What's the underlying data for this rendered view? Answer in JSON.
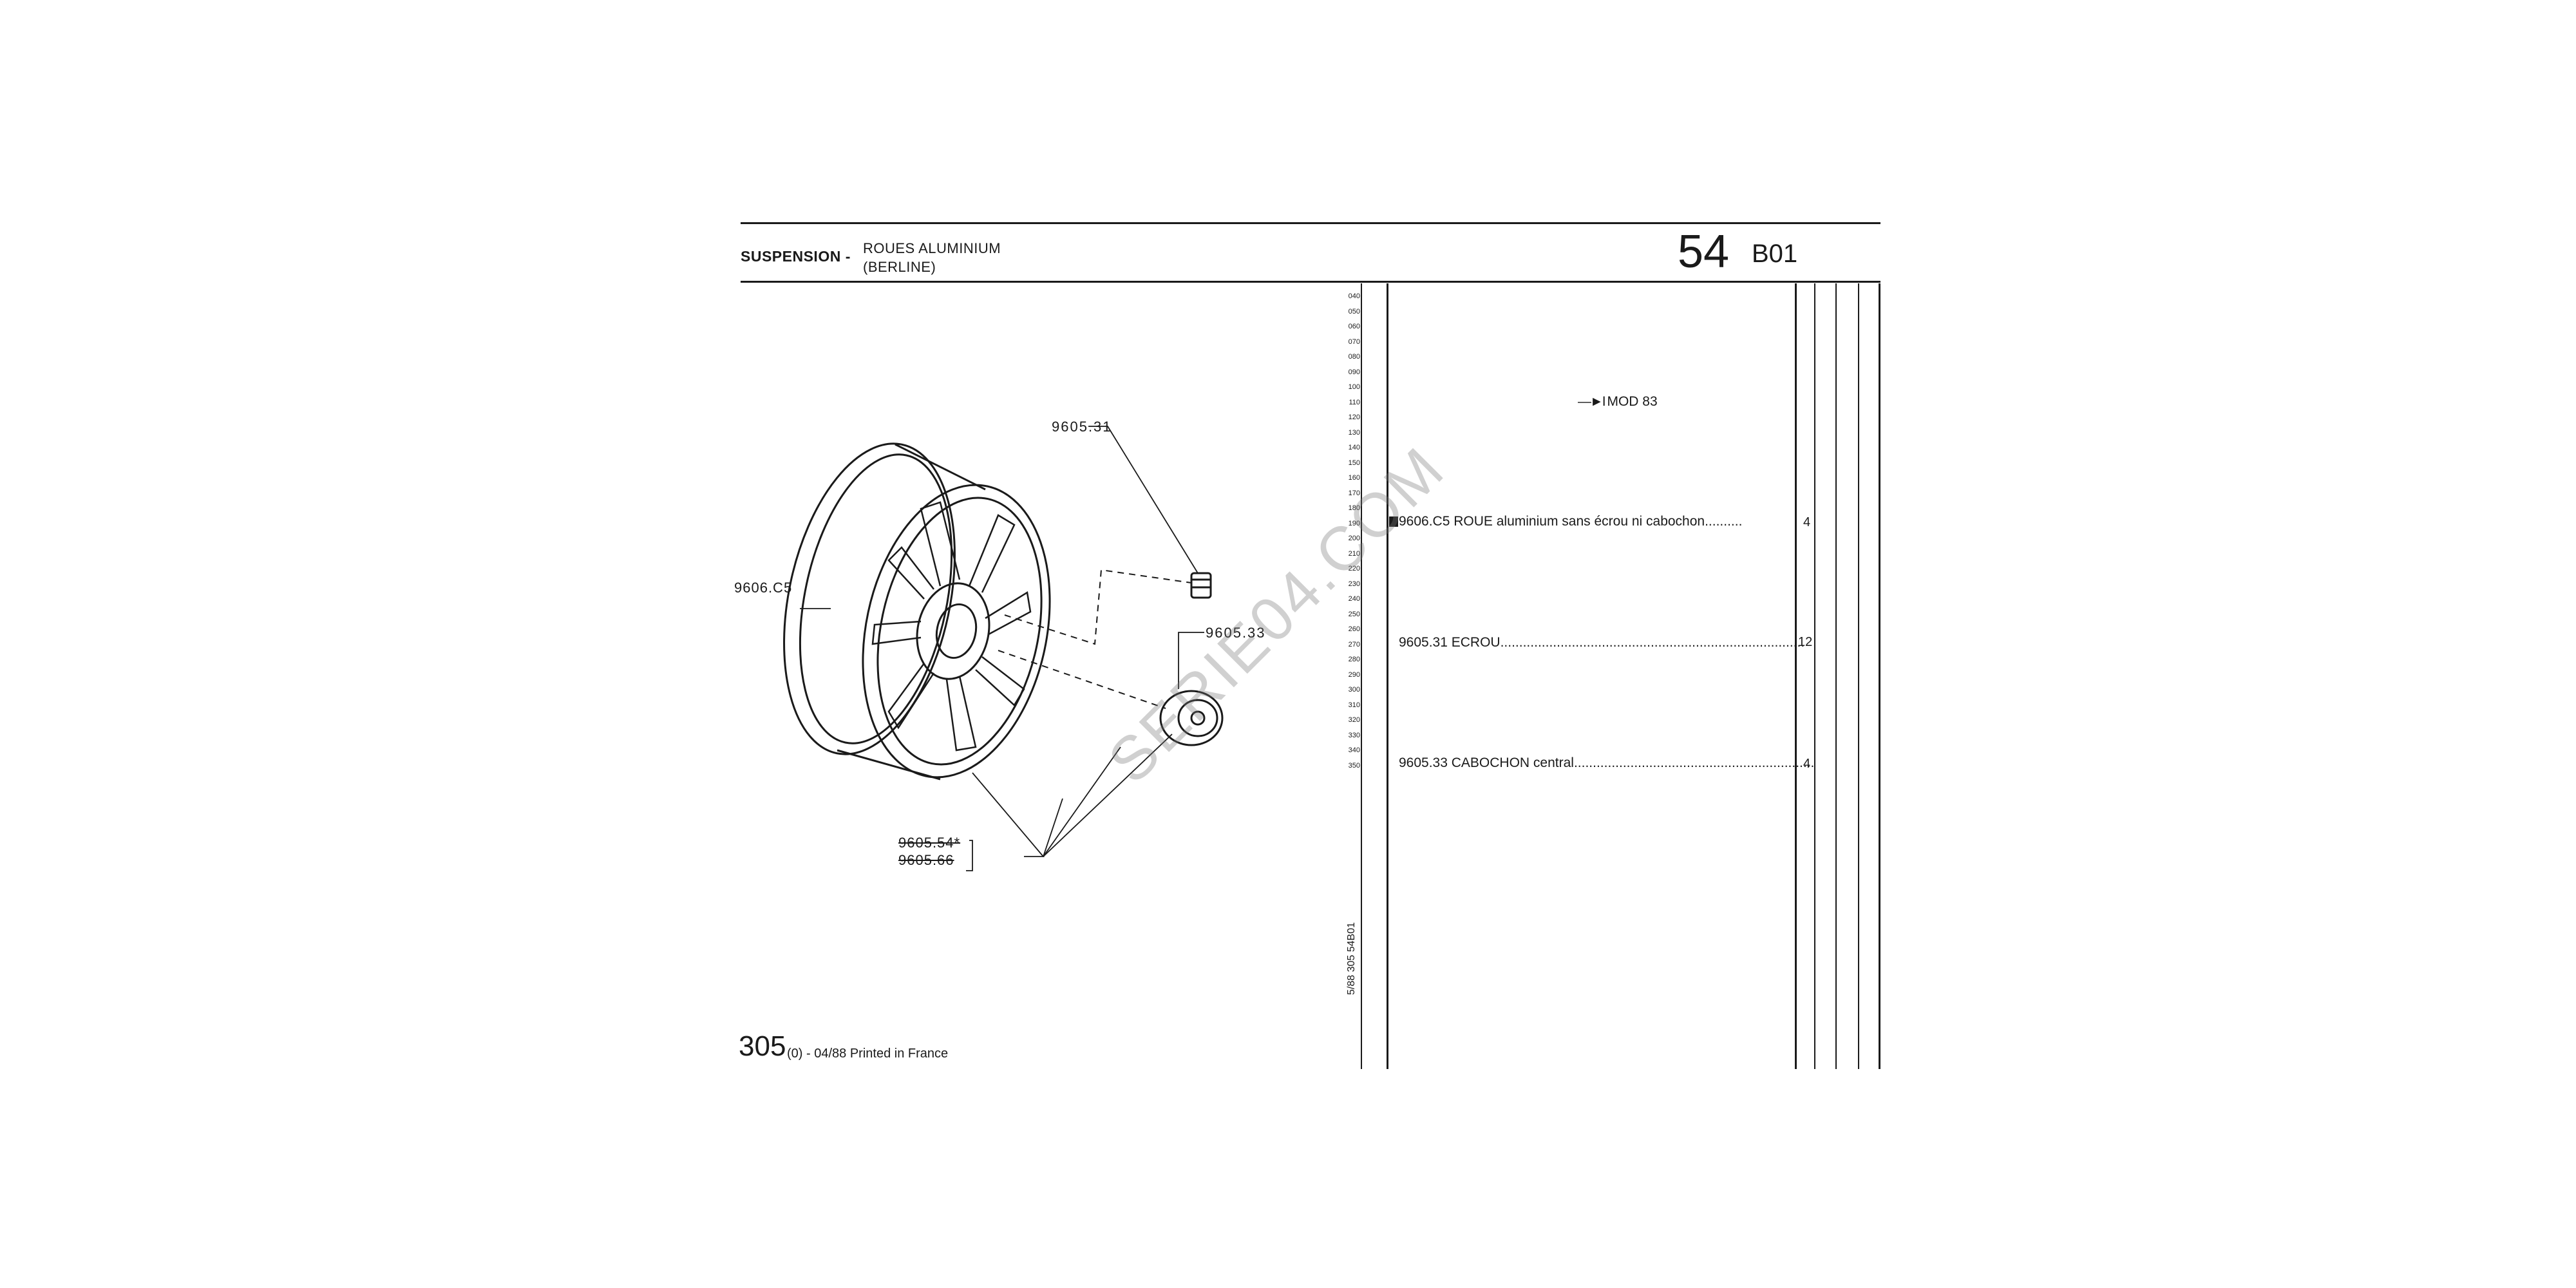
{
  "header": {
    "section": "SUSPENSION -",
    "title_line1": "ROUES ALUMINIUM",
    "title_line2": "(BERLINE)",
    "page_number": "54",
    "page_code": "B01"
  },
  "row_numbers": [
    "040",
    "050",
    "060",
    "070",
    "080",
    "090",
    "100",
    "110",
    "120",
    "130",
    "140",
    "150",
    "160",
    "170",
    "180",
    "190",
    "200",
    "210",
    "220",
    "230",
    "240",
    "250",
    "260",
    "270",
    "280",
    "290",
    "300",
    "310",
    "320",
    "330",
    "340",
    "350"
  ],
  "side_text": "5/88   305   54B01",
  "diagram": {
    "callouts": {
      "wheel": "9606.C5",
      "nut": "9605.31",
      "cap": "9605.33",
      "ref1": "9605.54*",
      "ref2": "9605.66"
    }
  },
  "parts": [
    {
      "text": "9606.C5 ROUE aluminium sans écrou ni cabochon",
      "qty": "4"
    },
    {
      "text": "9605.31 ECROU",
      "qty": "12"
    },
    {
      "text": "9605.33 CABOCHON central",
      "qty": "4"
    }
  ],
  "mod_note": "MOD 83",
  "footer": {
    "model": "305",
    "details": "(0) - 04/88 Printed in France"
  },
  "watermark": "SERIE04.COM"
}
